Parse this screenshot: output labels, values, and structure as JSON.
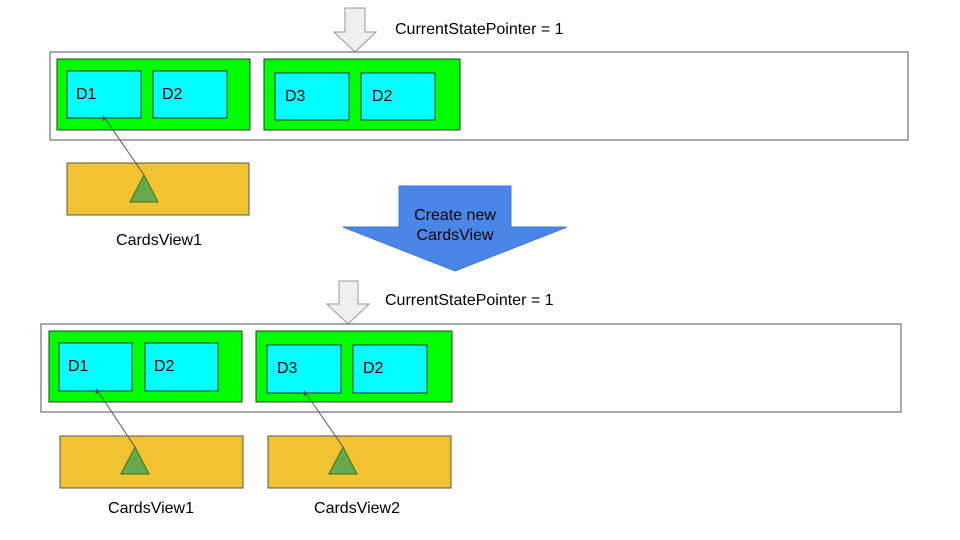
{
  "colors": {
    "state_fill": "#00ff00",
    "card_fill": "#00ffff",
    "view_fill": "#f1c232",
    "triangle_fill": "#6aa84f",
    "big_arrow_fill": "#4a86e8",
    "pointer_arrow_fill": "#efefef"
  },
  "top": {
    "pointer_label": "CurrentStatePointer = 1",
    "states": [
      {
        "cards": [
          "D1",
          "D2"
        ]
      },
      {
        "cards": [
          "D3",
          "D2"
        ]
      }
    ],
    "views": [
      {
        "label": "CardsView1"
      }
    ]
  },
  "transition": {
    "line1": "Create new",
    "line2": "CardsView"
  },
  "bottom": {
    "pointer_label": "CurrentStatePointer = 1",
    "states": [
      {
        "cards": [
          "D1",
          "D2"
        ]
      },
      {
        "cards": [
          "D3",
          "D2"
        ]
      }
    ],
    "views": [
      {
        "label": "CardsView1"
      },
      {
        "label": "CardsView2"
      }
    ]
  }
}
